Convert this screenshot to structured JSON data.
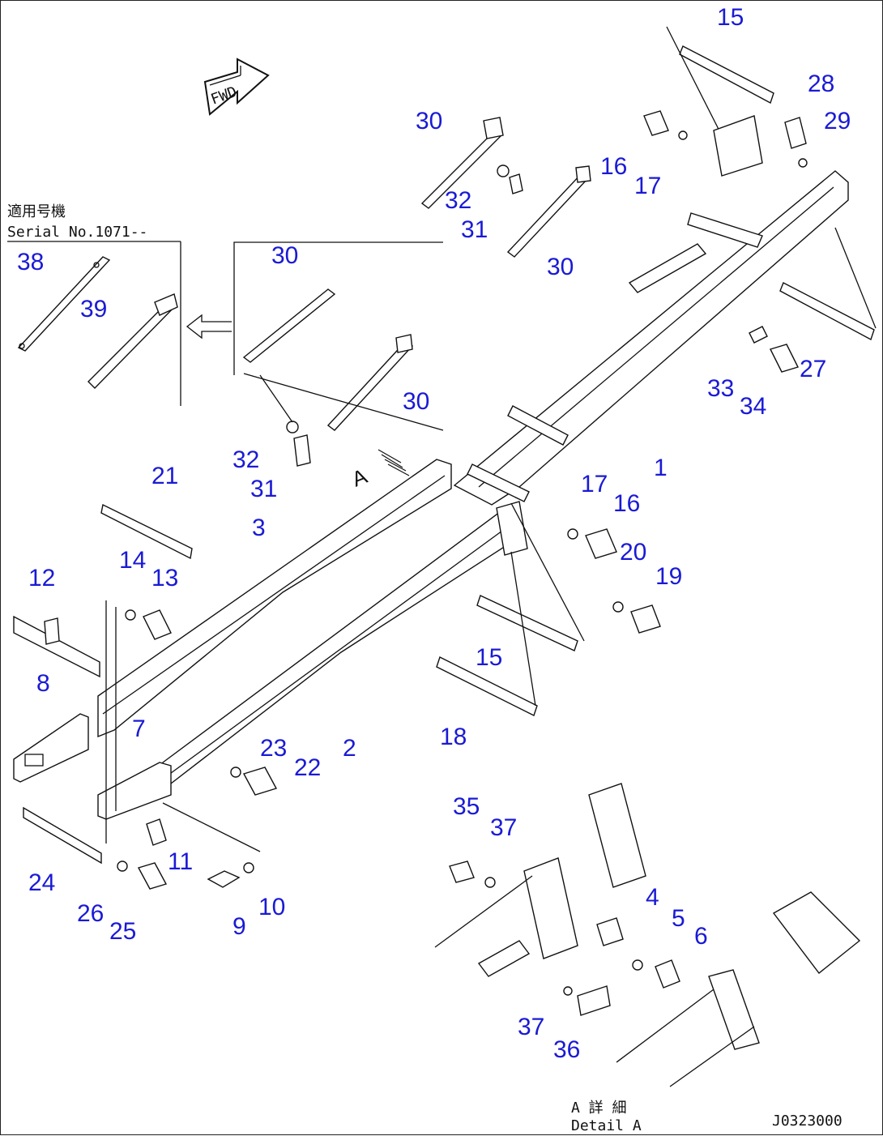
{
  "header": {
    "fwd_label": "FWD",
    "applicable_serial_jp": "適用号機",
    "applicable_serial": "Serial No.1071--"
  },
  "footer": {
    "detail_jp": "A 詳 細",
    "detail": "Detail A",
    "drawing_number": "J0323000"
  },
  "view_marker": "A",
  "callouts": [
    {
      "id": "c15a",
      "text": "15"
    },
    {
      "id": "c28",
      "text": "28"
    },
    {
      "id": "c29",
      "text": "29"
    },
    {
      "id": "c30a",
      "text": "30"
    },
    {
      "id": "c16a",
      "text": "16"
    },
    {
      "id": "c17a",
      "text": "17"
    },
    {
      "id": "c32a",
      "text": "32"
    },
    {
      "id": "c31a",
      "text": "31"
    },
    {
      "id": "c30b",
      "text": "30"
    },
    {
      "id": "c38",
      "text": "38"
    },
    {
      "id": "c39",
      "text": "39"
    },
    {
      "id": "c30c",
      "text": "30"
    },
    {
      "id": "c30d",
      "text": "30"
    },
    {
      "id": "c27",
      "text": "27"
    },
    {
      "id": "c33",
      "text": "33"
    },
    {
      "id": "c34",
      "text": "34"
    },
    {
      "id": "c32b",
      "text": "32"
    },
    {
      "id": "c31b",
      "text": "31"
    },
    {
      "id": "c1",
      "text": "1"
    },
    {
      "id": "c17b",
      "text": "17"
    },
    {
      "id": "c16b",
      "text": "16"
    },
    {
      "id": "c21",
      "text": "21"
    },
    {
      "id": "c3",
      "text": "3"
    },
    {
      "id": "c20",
      "text": "20"
    },
    {
      "id": "c19",
      "text": "19"
    },
    {
      "id": "c14",
      "text": "14"
    },
    {
      "id": "c13",
      "text": "13"
    },
    {
      "id": "c12",
      "text": "12"
    },
    {
      "id": "c15b",
      "text": "15"
    },
    {
      "id": "c8",
      "text": "8"
    },
    {
      "id": "c7",
      "text": "7"
    },
    {
      "id": "c18",
      "text": "18"
    },
    {
      "id": "c2",
      "text": "2"
    },
    {
      "id": "c23",
      "text": "23"
    },
    {
      "id": "c22",
      "text": "22"
    },
    {
      "id": "c35",
      "text": "35"
    },
    {
      "id": "c37a",
      "text": "37"
    },
    {
      "id": "c11",
      "text": "11"
    },
    {
      "id": "c24",
      "text": "24"
    },
    {
      "id": "c4",
      "text": "4"
    },
    {
      "id": "c5",
      "text": "5"
    },
    {
      "id": "c6",
      "text": "6"
    },
    {
      "id": "c10",
      "text": "10"
    },
    {
      "id": "c26",
      "text": "26"
    },
    {
      "id": "c9",
      "text": "9"
    },
    {
      "id": "c25",
      "text": "25"
    },
    {
      "id": "c37b",
      "text": "37"
    },
    {
      "id": "c36",
      "text": "36"
    }
  ]
}
